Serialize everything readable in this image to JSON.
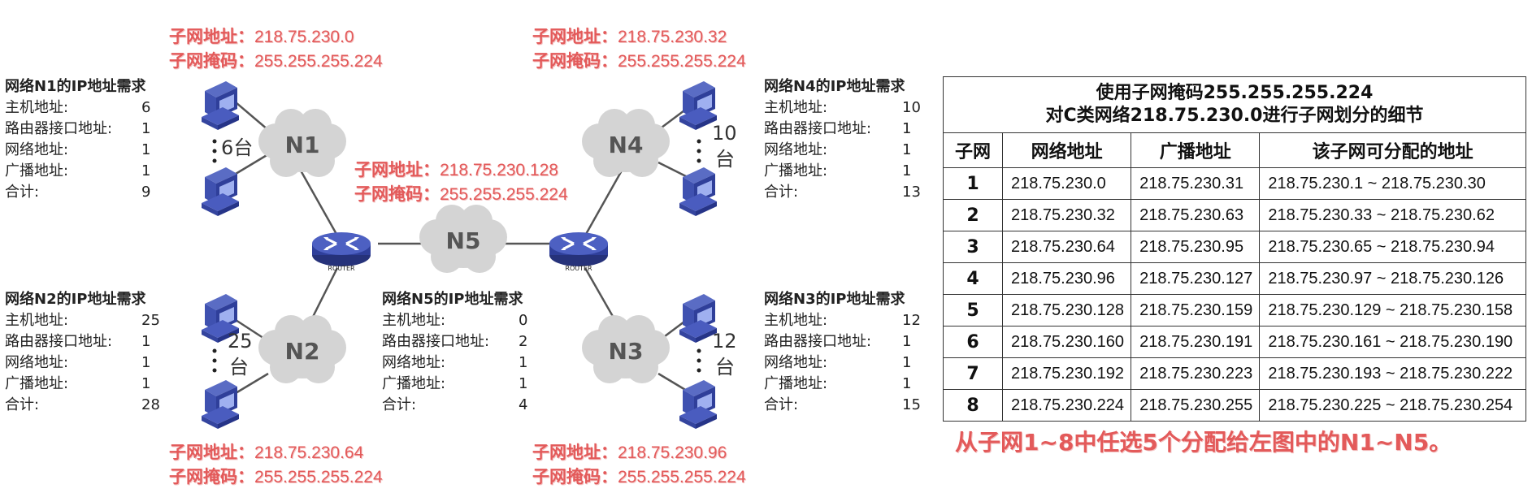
{
  "colors": {
    "accent_red": "#e35a5a",
    "cloud": "#d4d4d4",
    "router": "#3a4ba8",
    "pc": "#2f3f9a"
  },
  "subnets": {
    "n1": {
      "addr_label": "子网地址：",
      "addr": "218.75.230.0",
      "mask_label": "子网掩码：",
      "mask": "255.255.255.224"
    },
    "n4": {
      "addr_label": "子网地址：",
      "addr": "218.75.230.32",
      "mask_label": "子网掩码：",
      "mask": "255.255.255.224"
    },
    "n5": {
      "addr_label": "子网地址：",
      "addr": "218.75.230.128",
      "mask_label": "子网掩码：",
      "mask": "255.255.255.224"
    },
    "n2": {
      "addr_label": "子网地址：",
      "addr": "218.75.230.64",
      "mask_label": "子网掩码：",
      "mask": "255.255.255.224"
    },
    "n3": {
      "addr_label": "子网地址：",
      "addr": "218.75.230.96",
      "mask_label": "子网掩码：",
      "mask": "255.255.255.224"
    }
  },
  "requirements": {
    "n1": {
      "title": "网络N1的IP地址需求",
      "rows": [
        [
          "主机地址:",
          "6"
        ],
        [
          "路由器接口地址:",
          "1"
        ],
        [
          "网络地址:",
          "1"
        ],
        [
          "广播地址:",
          "1"
        ],
        [
          "合计:",
          "9"
        ]
      ]
    },
    "n2": {
      "title": "网络N2的IP地址需求",
      "rows": [
        [
          "主机地址:",
          "25"
        ],
        [
          "路由器接口地址:",
          "1"
        ],
        [
          "网络地址:",
          "1"
        ],
        [
          "广播地址:",
          "1"
        ],
        [
          "合计:",
          "28"
        ]
      ]
    },
    "n5": {
      "title": "网络N5的IP地址需求",
      "rows": [
        [
          "主机地址:",
          "0"
        ],
        [
          "路由器接口地址:",
          "2"
        ],
        [
          "网络地址:",
          "1"
        ],
        [
          "广播地址:",
          "1"
        ],
        [
          "合计:",
          "4"
        ]
      ]
    },
    "n4": {
      "title": "网络N4的IP地址需求",
      "rows": [
        [
          "主机地址:",
          "10"
        ],
        [
          "路由器接口地址:",
          "1"
        ],
        [
          "网络地址:",
          "1"
        ],
        [
          "广播地址:",
          "1"
        ],
        [
          "合计:",
          "13"
        ]
      ]
    },
    "n3": {
      "title": "网络N3的IP地址需求",
      "rows": [
        [
          "主机地址:",
          "12"
        ],
        [
          "路由器接口地址:",
          "1"
        ],
        [
          "网络地址:",
          "1"
        ],
        [
          "广播地址:",
          "1"
        ],
        [
          "合计:",
          "15"
        ]
      ]
    }
  },
  "diagram": {
    "clouds": {
      "n1": "N1",
      "n2": "N2",
      "n3": "N3",
      "n4": "N4",
      "n5": "N5"
    },
    "host_counts": {
      "n1": "6台",
      "n2_num": "25",
      "n2_unit": "台",
      "n3_num": "12",
      "n3_unit": "台",
      "n4_num": "10",
      "n4_unit": "台"
    },
    "router_label": "ROUTER"
  },
  "table": {
    "caption_line1": "使用子网掩码255.255.255.224",
    "caption_line2": "对C类网络218.75.230.0进行子网划分的细节",
    "headers": [
      "子网",
      "网络地址",
      "广播地址",
      "该子网可分配的地址"
    ],
    "rows": [
      [
        "1",
        "218.75.230.0",
        "218.75.230.31",
        "218.75.230.1 ~ 218.75.230.30"
      ],
      [
        "2",
        "218.75.230.32",
        "218.75.230.63",
        "218.75.230.33 ~ 218.75.230.62"
      ],
      [
        "3",
        "218.75.230.64",
        "218.75.230.95",
        "218.75.230.65 ~ 218.75.230.94"
      ],
      [
        "4",
        "218.75.230.96",
        "218.75.230.127",
        "218.75.230.97 ~ 218.75.230.126"
      ],
      [
        "5",
        "218.75.230.128",
        "218.75.230.159",
        "218.75.230.129 ~ 218.75.230.158"
      ],
      [
        "6",
        "218.75.230.160",
        "218.75.230.191",
        "218.75.230.161 ~ 218.75.230.190"
      ],
      [
        "7",
        "218.75.230.192",
        "218.75.230.223",
        "218.75.230.193 ~ 218.75.230.222"
      ],
      [
        "8",
        "218.75.230.224",
        "218.75.230.255",
        "218.75.230.225 ~ 218.75.230.254"
      ]
    ]
  },
  "footer_note": "从子网1~8中任选5个分配给左图中的N1~N5。"
}
